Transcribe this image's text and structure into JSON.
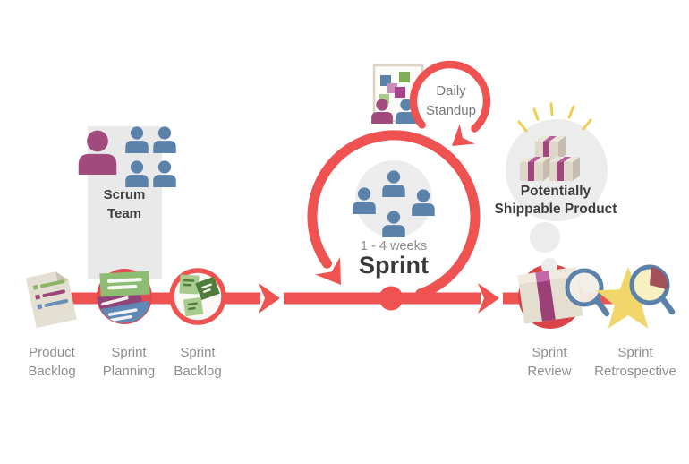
{
  "diagram": {
    "name": "scrum-process-diagram",
    "labels": {
      "product_backlog": "Product\nBacklog",
      "sprint_planning": "Sprint\nPlanning",
      "sprint_backlog": "Sprint\nBacklog",
      "scrum_team": "Scrum\nTeam",
      "daily_standup": "Daily\nStandup",
      "sprint_duration": "1 - 4 weeks",
      "sprint": "Sprint",
      "potentially_shippable_product": "Potentially\nShippable Product",
      "sprint_review": "Sprint\nReview",
      "sprint_retrospective": "Sprint\nRetrospective"
    },
    "colors": {
      "accent_red": "#ee5351",
      "steel_blue": "#5b82ab",
      "magenta": "#a04a7d",
      "light_gray": "#ececec",
      "band_gray": "#e9e9e9",
      "cream": "#e4ded1",
      "green_card": "#8fbc73",
      "dark_green": "#4f7d3c",
      "star_yellow": "#f1d66b",
      "pie_red": "#a3525b",
      "label_gray": "#8e8e8e",
      "text_dark": "#3d3d3d"
    }
  }
}
